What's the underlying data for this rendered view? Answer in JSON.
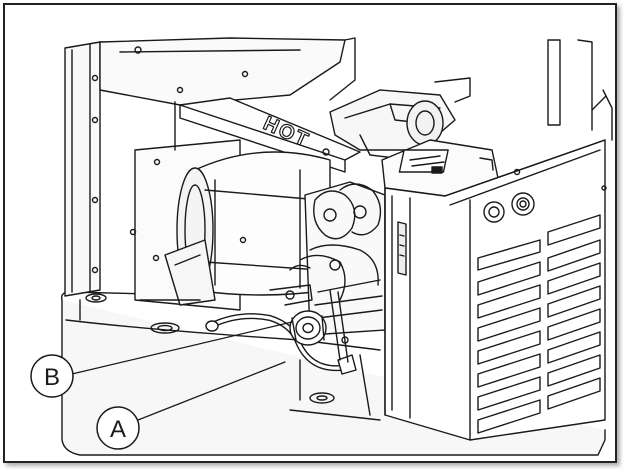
{
  "figure": {
    "engraved_label": "HOT",
    "callouts": [
      {
        "id": "B",
        "label": "B"
      },
      {
        "id": "A",
        "label": "A"
      }
    ]
  },
  "colors": {
    "ink": "#1a1a1a",
    "paper": "#ffffff",
    "panel": "#f7f7f7",
    "border": "#222222"
  }
}
